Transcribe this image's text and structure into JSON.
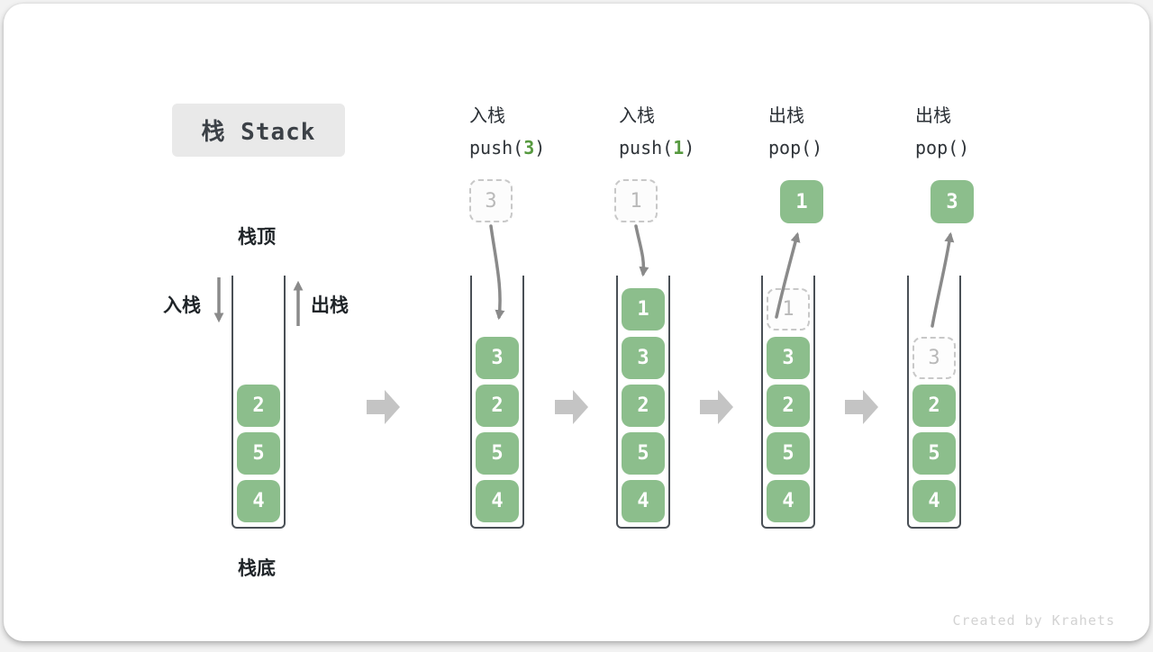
{
  "title": "栈 Stack",
  "labels": {
    "stack_top": "栈顶",
    "stack_bottom": "栈底",
    "push_side": "入栈",
    "pop_side": "出栈"
  },
  "operations": [
    {
      "label": "入栈",
      "code": {
        "pre": "push(",
        "arg": "3",
        "post": ")"
      }
    },
    {
      "label": "入栈",
      "code": {
        "pre": "push(",
        "arg": "1",
        "post": ")"
      }
    },
    {
      "label": "出栈",
      "code": {
        "pre": "pop(",
        "arg": "",
        "post": ")"
      }
    },
    {
      "label": "出栈",
      "code": {
        "pre": "pop(",
        "arg": "",
        "post": ")"
      }
    }
  ],
  "stacks": [
    {
      "cells": {
        "r3": "2",
        "r4": "5",
        "r5": "4"
      }
    },
    {
      "incoming": "3",
      "cells": {
        "r2": "3",
        "r3": "2",
        "r4": "5",
        "r5": "4"
      }
    },
    {
      "incoming": "1",
      "cells": {
        "r1": "1",
        "r2": "3",
        "r3": "2",
        "r4": "5",
        "r5": "4"
      }
    },
    {
      "popped": "1",
      "ghost": {
        "r1": "1"
      },
      "cells": {
        "r2": "3",
        "r3": "2",
        "r4": "5",
        "r5": "4"
      }
    },
    {
      "popped": "3",
      "ghost": {
        "r2": "3"
      },
      "cells": {
        "r3": "2",
        "r4": "5",
        "r5": "4"
      }
    }
  ],
  "watermark": "Created by Krahets",
  "colors": {
    "cell_green": "#8cbe8c",
    "code_arg_green": "#56993f",
    "flow_arrow_gray": "#c4c4c4",
    "motion_arrow_gray": "#8a8a8a",
    "container_border": "#4a5056",
    "title_bg": "#e9e9e9",
    "ghost_border": "#c8c8c8",
    "ghost_text": "#b9b9b9",
    "watermark_gray": "#d2d2d2"
  }
}
